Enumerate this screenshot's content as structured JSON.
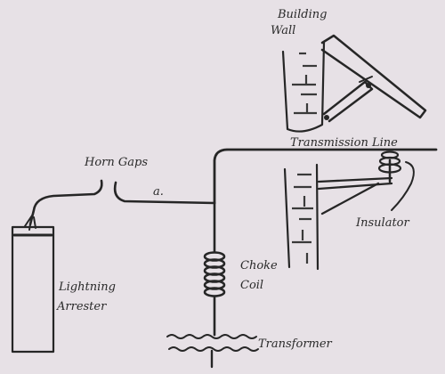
{
  "labels": {
    "building_wall_line1": "Building",
    "building_wall_line2": "Wall",
    "transmission_line": "Transmission Line",
    "horn_gaps": "Horn Gaps",
    "gap_marker": "a.",
    "insulator": "Insulator",
    "choke_coil_line1": "Choke",
    "choke_coil_line2": "Coil",
    "lightning_arrester_line1": "Lightning",
    "lightning_arrester_line2": "Arrester",
    "transformer": "Transformer"
  },
  "colors": {
    "paper": "#e7e1e6",
    "ink": "#262626"
  }
}
